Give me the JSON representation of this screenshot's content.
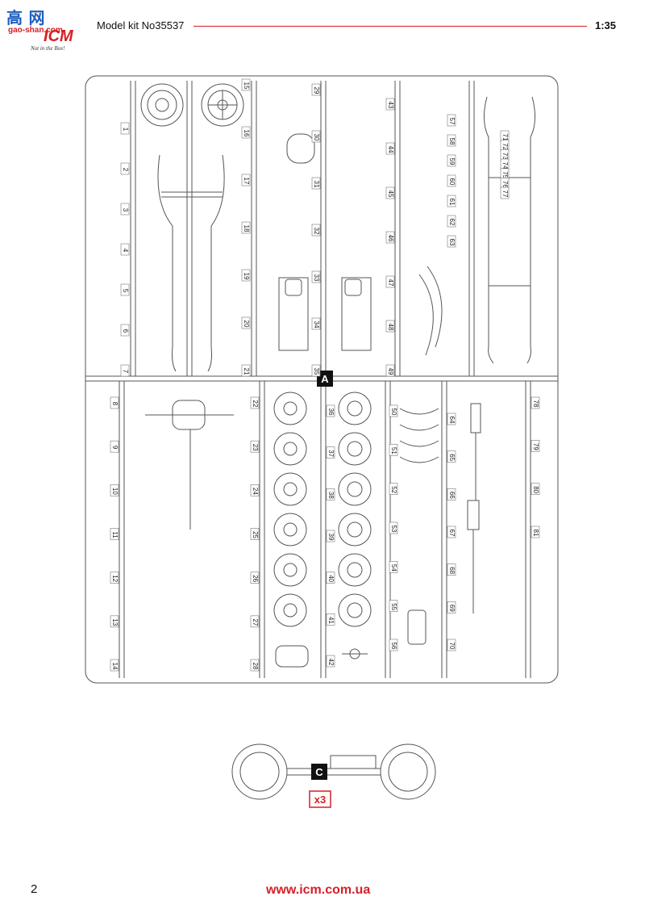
{
  "logo": {
    "brand_text": "高 网",
    "watermark_text": "gao-shan.com",
    "icm_text": "ICM",
    "tagline": "Not in the Box!"
  },
  "header": {
    "title": "Model kit No35537",
    "scale": "1:35"
  },
  "sprue_a": {
    "label": "A",
    "part_numbers": [
      "1",
      "2",
      "3",
      "4",
      "5",
      "6",
      "7",
      "8",
      "9",
      "10",
      "11",
      "12",
      "13",
      "14",
      "15",
      "16",
      "17",
      "18",
      "19",
      "20",
      "21",
      "22",
      "23",
      "24",
      "25",
      "26",
      "27",
      "28",
      "29",
      "30",
      "31",
      "32",
      "33",
      "34",
      "35",
      "36",
      "37",
      "38",
      "39",
      "40",
      "41",
      "42",
      "43",
      "44",
      "45",
      "46",
      "47",
      "48",
      "49",
      "50",
      "51",
      "52",
      "53",
      "54",
      "55",
      "56",
      "57",
      "58",
      "59",
      "60",
      "61",
      "62",
      "63",
      "64",
      "65",
      "66",
      "67",
      "68",
      "69",
      "70",
      "71",
      "72",
      "73",
      "74",
      "75",
      "76",
      "77",
      "78",
      "79",
      "80",
      "81"
    ]
  },
  "sprue_c": {
    "label": "C",
    "quantity": "x3"
  },
  "footer": {
    "page_number": "2",
    "website": "www.icm.com.ua"
  },
  "colors": {
    "accent": "#d81f26",
    "line": "#555555",
    "brand_blue": "#1f5fbf"
  }
}
